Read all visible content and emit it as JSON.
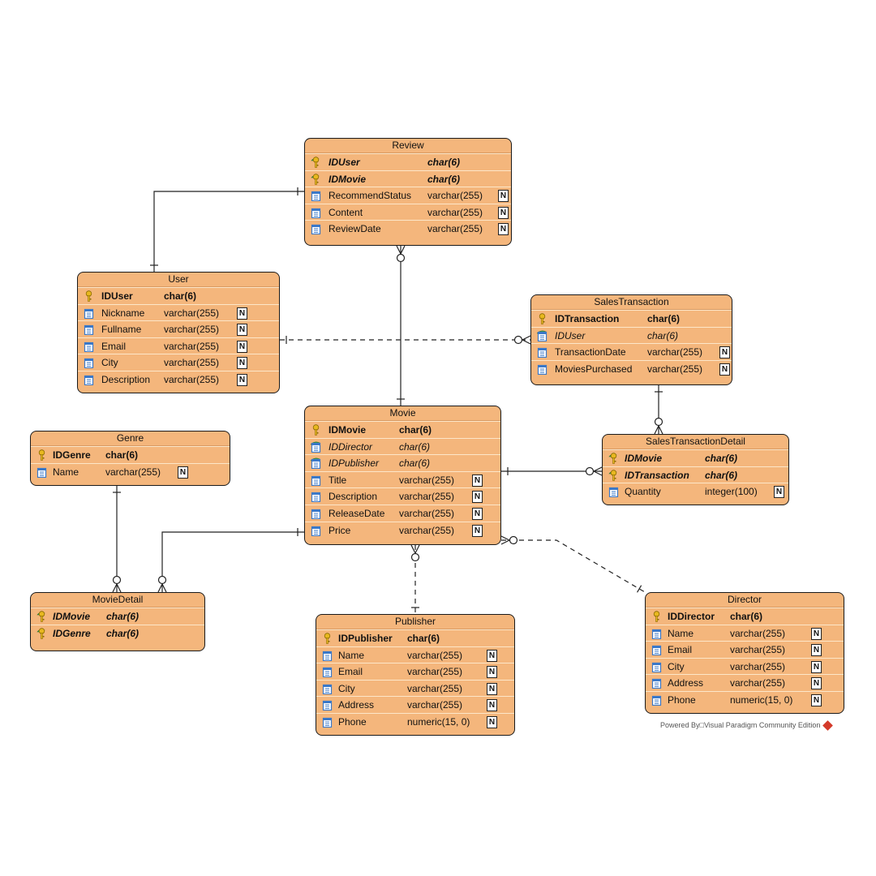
{
  "colors": {
    "entity_fill": "#f4b67c",
    "border": "#1a1a1a",
    "key": "#e8b820",
    "column_icon": "#3a78c8",
    "fk_leaf": "#3aa046"
  },
  "null_badge_label": "N",
  "entities": [
    {
      "id": "review",
      "name": "Review",
      "columns": [
        {
          "name": "IDUser",
          "type": "char(6)",
          "kind": "pkfk",
          "nullable": false
        },
        {
          "name": "IDMovie",
          "type": "char(6)",
          "kind": "pkfk",
          "nullable": false
        },
        {
          "name": "RecommendStatus",
          "type": "varchar(255)",
          "kind": "col",
          "nullable": true
        },
        {
          "name": "Content",
          "type": "varchar(255)",
          "kind": "col",
          "nullable": true
        },
        {
          "name": "ReviewDate",
          "type": "varchar(255)",
          "kind": "col",
          "nullable": true
        }
      ]
    },
    {
      "id": "user",
      "name": "User",
      "columns": [
        {
          "name": "IDUser",
          "type": "char(6)",
          "kind": "pk",
          "nullable": false
        },
        {
          "name": "Nickname",
          "type": "varchar(255)",
          "kind": "col",
          "nullable": true
        },
        {
          "name": "Fullname",
          "type": "varchar(255)",
          "kind": "col",
          "nullable": true
        },
        {
          "name": "Email",
          "type": "varchar(255)",
          "kind": "col",
          "nullable": true
        },
        {
          "name": "City",
          "type": "varchar(255)",
          "kind": "col",
          "nullable": true
        },
        {
          "name": "Description",
          "type": "varchar(255)",
          "kind": "col",
          "nullable": true
        }
      ]
    },
    {
      "id": "salestransaction",
      "name": "SalesTransaction",
      "columns": [
        {
          "name": "IDTransaction",
          "type": "char(6)",
          "kind": "pk",
          "nullable": false
        },
        {
          "name": "IDUser",
          "type": "char(6)",
          "kind": "fk",
          "nullable": false
        },
        {
          "name": "TransactionDate",
          "type": "varchar(255)",
          "kind": "col",
          "nullable": true
        },
        {
          "name": "MoviesPurchased",
          "type": "varchar(255)",
          "kind": "col",
          "nullable": true
        }
      ]
    },
    {
      "id": "movie",
      "name": "Movie",
      "columns": [
        {
          "name": "IDMovie",
          "type": "char(6)",
          "kind": "pk",
          "nullable": false
        },
        {
          "name": "IDDirector",
          "type": "char(6)",
          "kind": "fk",
          "nullable": false
        },
        {
          "name": "IDPublisher",
          "type": "char(6)",
          "kind": "fk",
          "nullable": false
        },
        {
          "name": "Title",
          "type": "varchar(255)",
          "kind": "col",
          "nullable": true
        },
        {
          "name": "Description",
          "type": "varchar(255)",
          "kind": "col",
          "nullable": true
        },
        {
          "name": "ReleaseDate",
          "type": "varchar(255)",
          "kind": "col",
          "nullable": true
        },
        {
          "name": "Price",
          "type": "varchar(255)",
          "kind": "col",
          "nullable": true
        }
      ]
    },
    {
      "id": "genre",
      "name": "Genre",
      "columns": [
        {
          "name": "IDGenre",
          "type": "char(6)",
          "kind": "pk",
          "nullable": false
        },
        {
          "name": "Name",
          "type": "varchar(255)",
          "kind": "col",
          "nullable": true
        }
      ]
    },
    {
      "id": "salestransactiondetail",
      "name": "SalesTransactionDetail",
      "columns": [
        {
          "name": "IDMovie",
          "type": "char(6)",
          "kind": "pkfk",
          "nullable": false
        },
        {
          "name": "IDTransaction",
          "type": "char(6)",
          "kind": "pkfk",
          "nullable": false
        },
        {
          "name": "Quantity",
          "type": "integer(100)",
          "kind": "col",
          "nullable": true
        }
      ]
    },
    {
      "id": "moviedetail",
      "name": "MovieDetail",
      "columns": [
        {
          "name": "IDMovie",
          "type": "char(6)",
          "kind": "pkfk",
          "nullable": false
        },
        {
          "name": "IDGenre",
          "type": "char(6)",
          "kind": "pkfk",
          "nullable": false
        }
      ]
    },
    {
      "id": "publisher",
      "name": "Publisher",
      "columns": [
        {
          "name": "IDPublisher",
          "type": "char(6)",
          "kind": "pk",
          "nullable": false
        },
        {
          "name": "Name",
          "type": "varchar(255)",
          "kind": "col",
          "nullable": true
        },
        {
          "name": "Email",
          "type": "varchar(255)",
          "kind": "col",
          "nullable": true
        },
        {
          "name": "City",
          "type": "varchar(255)",
          "kind": "col",
          "nullable": true
        },
        {
          "name": "Address",
          "type": "varchar(255)",
          "kind": "col",
          "nullable": true
        },
        {
          "name": "Phone",
          "type": "numeric(15, 0)",
          "kind": "col",
          "nullable": true
        }
      ]
    },
    {
      "id": "director",
      "name": "Director",
      "columns": [
        {
          "name": "IDDirector",
          "type": "char(6)",
          "kind": "pk",
          "nullable": false
        },
        {
          "name": "Name",
          "type": "varchar(255)",
          "kind": "col",
          "nullable": true
        },
        {
          "name": "Email",
          "type": "varchar(255)",
          "kind": "col",
          "nullable": true
        },
        {
          "name": "City",
          "type": "varchar(255)",
          "kind": "col",
          "nullable": true
        },
        {
          "name": "Address",
          "type": "varchar(255)",
          "kind": "col",
          "nullable": true
        },
        {
          "name": "Phone",
          "type": "numeric(15, 0)",
          "kind": "col",
          "nullable": true
        }
      ]
    }
  ],
  "relationships": [
    {
      "id": "user-review",
      "from": "User",
      "to": "Review",
      "style": "solid",
      "from_end": "one",
      "to_end": "one"
    },
    {
      "id": "review-movie",
      "from": "Review",
      "to": "Movie",
      "style": "solid",
      "from_end": "zero-or-many",
      "to_end": "one"
    },
    {
      "id": "user-salestransaction",
      "from": "User",
      "to": "SalesTransaction",
      "style": "dashed",
      "from_end": "one",
      "to_end": "zero-or-many"
    },
    {
      "id": "salestransaction-detail",
      "from": "SalesTransaction",
      "to": "SalesTransactionDetail",
      "style": "solid",
      "from_end": "one",
      "to_end": "zero-or-many"
    },
    {
      "id": "movie-salestransactiondetail",
      "from": "Movie",
      "to": "SalesTransactionDetail",
      "style": "solid",
      "from_end": "one",
      "to_end": "zero-or-many"
    },
    {
      "id": "genre-moviedetail",
      "from": "Genre",
      "to": "MovieDetail",
      "style": "solid",
      "from_end": "one",
      "to_end": "zero-or-many"
    },
    {
      "id": "movie-moviedetail",
      "from": "Movie",
      "to": "MovieDetail",
      "style": "solid",
      "from_end": "one",
      "to_end": "zero-or-many"
    },
    {
      "id": "movie-publisher",
      "from": "Movie",
      "to": "Publisher",
      "style": "dashed",
      "from_end": "zero-or-many",
      "to_end": "one"
    },
    {
      "id": "movie-director",
      "from": "Movie",
      "to": "Director",
      "style": "dashed",
      "from_end": "zero-or-many",
      "to_end": "one"
    }
  ],
  "footer": {
    "text": "Powered By□Visual Paradigm Community Edition"
  }
}
